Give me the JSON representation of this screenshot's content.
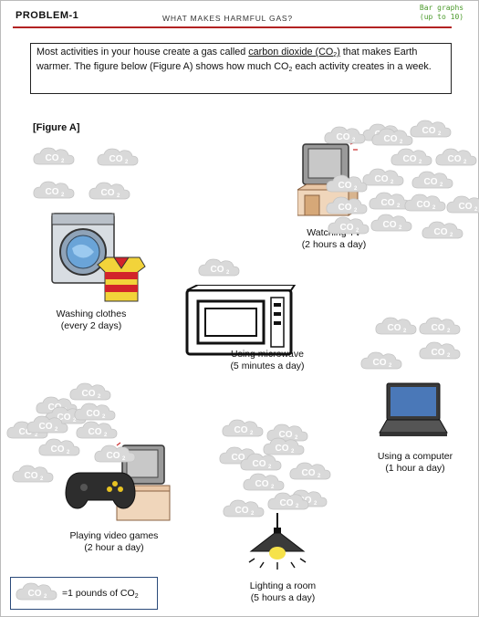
{
  "header": {
    "problem": "PROBLEM-1",
    "title": "WHAT MAKES HARMFUL GAS?",
    "topic_line1": "Bar graphs",
    "topic_line2": "(up to 10)"
  },
  "intro": {
    "part1": "Most activities in your house create a gas called ",
    "term": "carbon dioxide (CO",
    "term_sub": "2",
    "term_end": ")",
    "part2": " that makes Earth warmer. The figure below (Figure A) shows how much CO",
    "part2_sub": "2",
    "part3": " each activity creates in a week."
  },
  "figure_label": "[Figure A]",
  "cloud_text": "CO",
  "cloud_sub": "2",
  "activities": [
    {
      "name": "Watching TV",
      "freq": "(2 hours a day)",
      "co2": 16
    },
    {
      "name": "Washing clothes",
      "freq": "(every 2 days)",
      "co2": 4
    },
    {
      "name": "Using microwave",
      "freq": "(5 minutes a day)",
      "co2": 1
    },
    {
      "name": "Using a computer",
      "freq": "(1 hour a day)",
      "co2": 4
    },
    {
      "name": "Playing video games",
      "freq": "(2 hour a day)",
      "co2": 10
    },
    {
      "name": "Lighting a room",
      "freq": "(5 hours a day)",
      "co2": 10
    }
  ],
  "legend": {
    "text": "=1 pounds of CO",
    "sub": "2"
  }
}
